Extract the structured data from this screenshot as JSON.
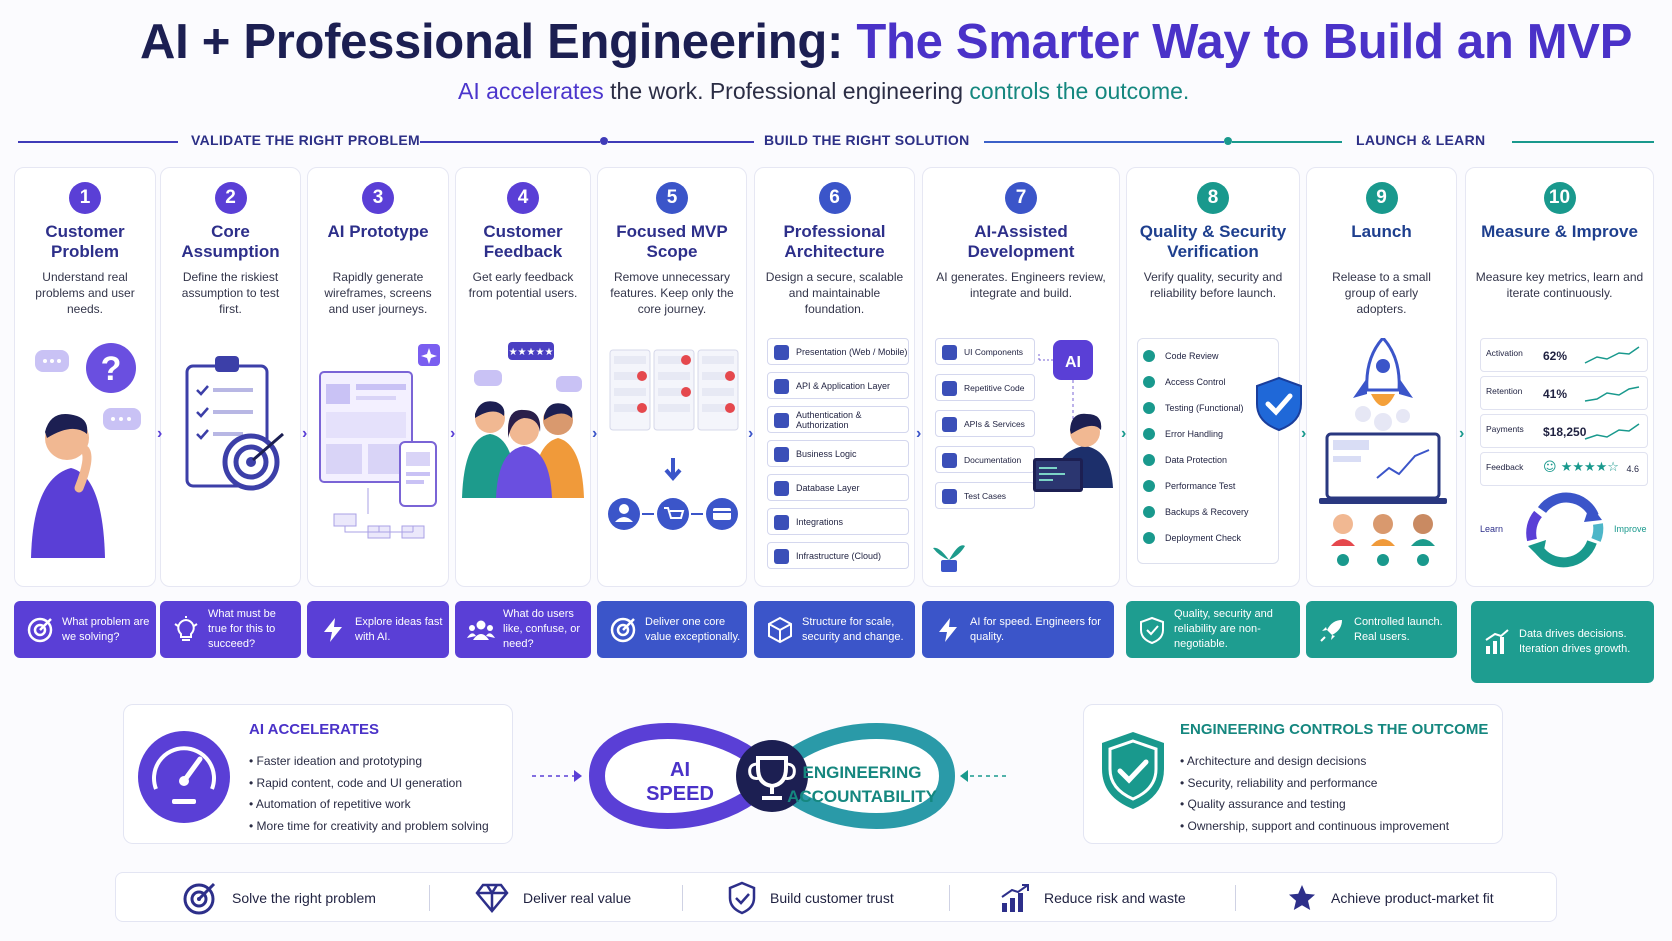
{
  "header": {
    "title_part1": "AI + Professional Engineering:",
    "title_part2": "The Smarter Way to Build an MVP",
    "subtitle_part1": "AI accelerates",
    "subtitle_part2": "the work. Professional engineering",
    "subtitle_part3": "controls the outcome."
  },
  "phases": [
    {
      "label": "VALIDATE THE RIGHT PROBLEM"
    },
    {
      "label": "BUILD THE RIGHT SOLUTION"
    },
    {
      "label": "LAUNCH & LEARN"
    }
  ],
  "colors": {
    "purple": "#5a3fd6",
    "blue": "#3b55c9",
    "teal": "#19998d",
    "navy": "#1c1f52"
  },
  "steps": [
    {
      "num": "1",
      "title": "Customer Problem",
      "desc": "Understand real problems and user needs.",
      "footer": "What problem are we solving?",
      "icon": "target-icon"
    },
    {
      "num": "2",
      "title": "Core Assumption",
      "desc": "Define the riskiest assumption to test first.",
      "footer": "What must be true for this to succeed?",
      "icon": "lightbulb-icon"
    },
    {
      "num": "3",
      "title": "AI Prototype",
      "desc": "Rapidly generate wireframes, screens and user journeys.",
      "footer": "Explore ideas fast with AI.",
      "icon": "lightning-icon"
    },
    {
      "num": "4",
      "title": "Customer Feedback",
      "desc": "Get early feedback from potential users.",
      "footer": "What do users like, confuse, or need?",
      "icon": "users-icon"
    },
    {
      "num": "5",
      "title": "Focused MVP Scope",
      "desc": "Remove unnecessary features. Keep only the core journey.",
      "footer": "Deliver one core value exceptionally.",
      "icon": "target-icon"
    },
    {
      "num": "6",
      "title": "Professional Architecture",
      "desc": "Design a secure, scalable and maintainable foundation.",
      "footer": "Structure for scale, security and change.",
      "icon": "cube-icon"
    },
    {
      "num": "7",
      "title": "AI-Assisted Development",
      "desc": "AI generates. Engineers review, integrate and build.",
      "footer": "AI for speed. Engineers for quality.",
      "icon": "lightning-icon"
    },
    {
      "num": "8",
      "title": "Quality & Security Verification",
      "desc": "Verify quality, security and reliability before launch.",
      "footer": "Quality, security and reliability are non-negotiable.",
      "icon": "shield-icon"
    },
    {
      "num": "9",
      "title": "Launch",
      "desc": "Release to a small group of early adopters.",
      "footer": "Controlled launch. Real users.",
      "icon": "rocket-icon"
    },
    {
      "num": "10",
      "title": "Measure & Improve",
      "desc": "Measure key metrics, learn and iterate continuously.",
      "footer": "Data drives decisions. Iteration drives growth.",
      "icon": "chart-icon"
    }
  ],
  "architecture_layers": [
    "Presentation (Web / Mobile)",
    "API & Application Layer",
    "Authentication & Authorization",
    "Business Logic",
    "Database Layer",
    "Integrations",
    "Infrastructure (Cloud)"
  ],
  "ai_dev_items": [
    "UI Components",
    "Repetitive Code",
    "APIs & Services",
    "Documentation",
    "Test Cases"
  ],
  "ai_chip_label": "AI",
  "quality_checks": [
    "Code Review",
    "Access Control",
    "Testing (Functional)",
    "Error Handling",
    "Data Protection",
    "Performance Test",
    "Backups & Recovery",
    "Deployment Check"
  ],
  "metrics": [
    {
      "label": "Activation",
      "value": "62%"
    },
    {
      "label": "Retention",
      "value": "41%"
    },
    {
      "label": "Payments",
      "value": "$18,250"
    },
    {
      "label": "Feedback",
      "value": "4.6",
      "stars": 4
    }
  ],
  "cycle": {
    "left": "Learn",
    "right": "Improve"
  },
  "ai_panel": {
    "heading": "AI ACCELERATES",
    "items": [
      "Faster ideation and prototyping",
      "Rapid content, code and UI generation",
      "Automation of repetitive work",
      "More time for creativity and problem solving"
    ]
  },
  "eng_panel": {
    "heading": "ENGINEERING CONTROLS THE OUTCOME",
    "items": [
      "Architecture and design decisions",
      "Security, reliability and performance",
      "Quality assurance and testing",
      "Ownership, support and continuous improvement"
    ]
  },
  "infinity": {
    "left_line1": "AI",
    "left_line2": "SPEED",
    "right_line1": "ENGINEERING",
    "right_line2": "ACCOUNTABILITY"
  },
  "outcomes": [
    {
      "label": "Solve the right problem",
      "icon": "target-icon"
    },
    {
      "label": "Deliver real value",
      "icon": "diamond-icon"
    },
    {
      "label": "Build customer trust",
      "icon": "shield-check-icon"
    },
    {
      "label": "Reduce risk and waste",
      "icon": "bar-chart-icon"
    },
    {
      "label": "Achieve product-market fit",
      "icon": "star-icon"
    }
  ]
}
